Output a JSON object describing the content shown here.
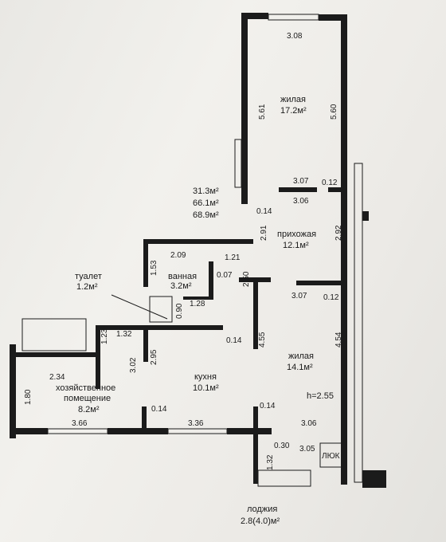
{
  "rooms": {
    "living1": {
      "name": "жилая",
      "area": "17.2м²"
    },
    "hall": {
      "name": "прихожая",
      "area": "12.1м²"
    },
    "toilet": {
      "name": "туалет",
      "area": "1.2м²"
    },
    "bath": {
      "name": "ванная",
      "area": "3.2м²"
    },
    "living2": {
      "name": "жилая",
      "area": "14.1м²"
    },
    "kitchen": {
      "name": "кухня",
      "area": "10.1м²"
    },
    "storage": {
      "name1": "хозяйственное",
      "name2": "помещение",
      "area": "8.2м²"
    },
    "loggia": {
      "name": "лоджия",
      "area": "2.8(4.0)м²"
    }
  },
  "totals": {
    "living_area": "31.3м²",
    "total_area": "66.1м²",
    "total_with_loggia": "68.9м²"
  },
  "ceiling_height": "h=2.55",
  "hatch_label": "ЛЮК",
  "dimensions": {
    "d308": "3.08",
    "d561": "5.61",
    "d560": "5.60",
    "d307a": "3.07",
    "d012a": "0.12",
    "d306a": "3.06",
    "d014a": "0.14",
    "d292": "2.92",
    "d291": "2.91",
    "d209": "2.09",
    "d121": "1.21",
    "d153": "1.53",
    "d007": "0.07",
    "d250": "2.50",
    "d128": "1.28",
    "d090": "0.90",
    "d307b": "3.07",
    "d012b": "0.12",
    "d132": "1.32",
    "d123": "1.23",
    "d014b": "0.14",
    "d455": "4.55",
    "d454": "4.54",
    "d302": "3.02",
    "d295": "2.95",
    "d234": "2.34",
    "d180": "1.80",
    "d366": "3.66",
    "d014c": "0.14",
    "d336": "3.36",
    "d014d": "0.14",
    "d306b": "3.06",
    "d030": "0.30",
    "d305": "3.05",
    "d132b": "1.32"
  }
}
